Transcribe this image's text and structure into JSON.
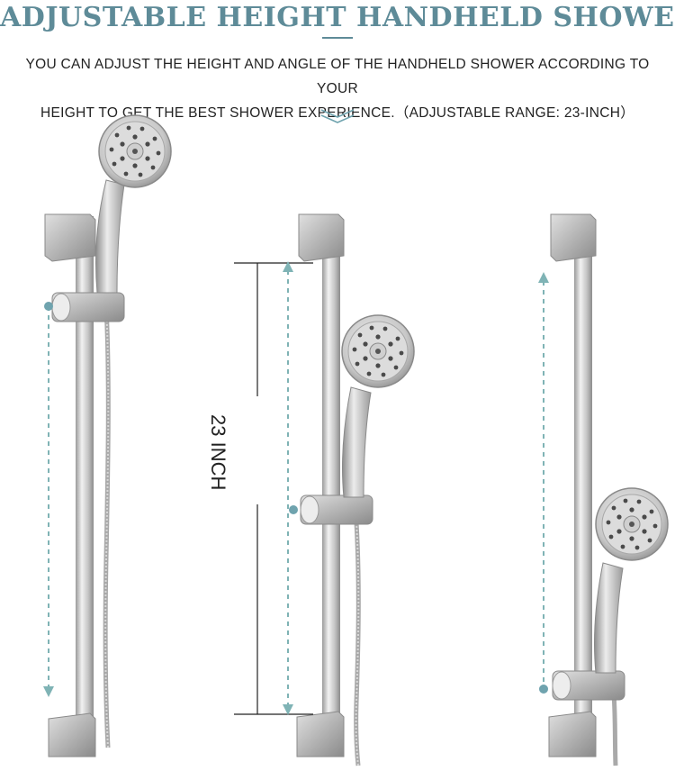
{
  "header": {
    "title": "ADJUSTABLE HEIGHT HANDHELD SHOWER",
    "subtitle_line1": "YOU CAN ADJUST THE HEIGHT AND ANGLE OF THE HANDHELD SHOWER ACCORDING TO YOUR",
    "subtitle_line2": "HEIGHT TO GET THE BEST SHOWER EXPERIENCE.（ADJUSTABLE RANGE: 23-INCH）"
  },
  "dimension": {
    "label": "23 INCH"
  },
  "colors": {
    "accent": "#5e8b98",
    "arrow": "#7fb3b5",
    "metal_light": "#e6e6e6",
    "metal_dark": "#8a8a8a"
  },
  "icons": {
    "scroll_hint": "double-chevron-down-icon"
  },
  "products": [
    {
      "name": "shower-bar-position-high",
      "head_position": "top"
    },
    {
      "name": "shower-bar-position-middle",
      "head_position": "middle"
    },
    {
      "name": "shower-bar-position-low",
      "head_position": "bottom"
    }
  ]
}
